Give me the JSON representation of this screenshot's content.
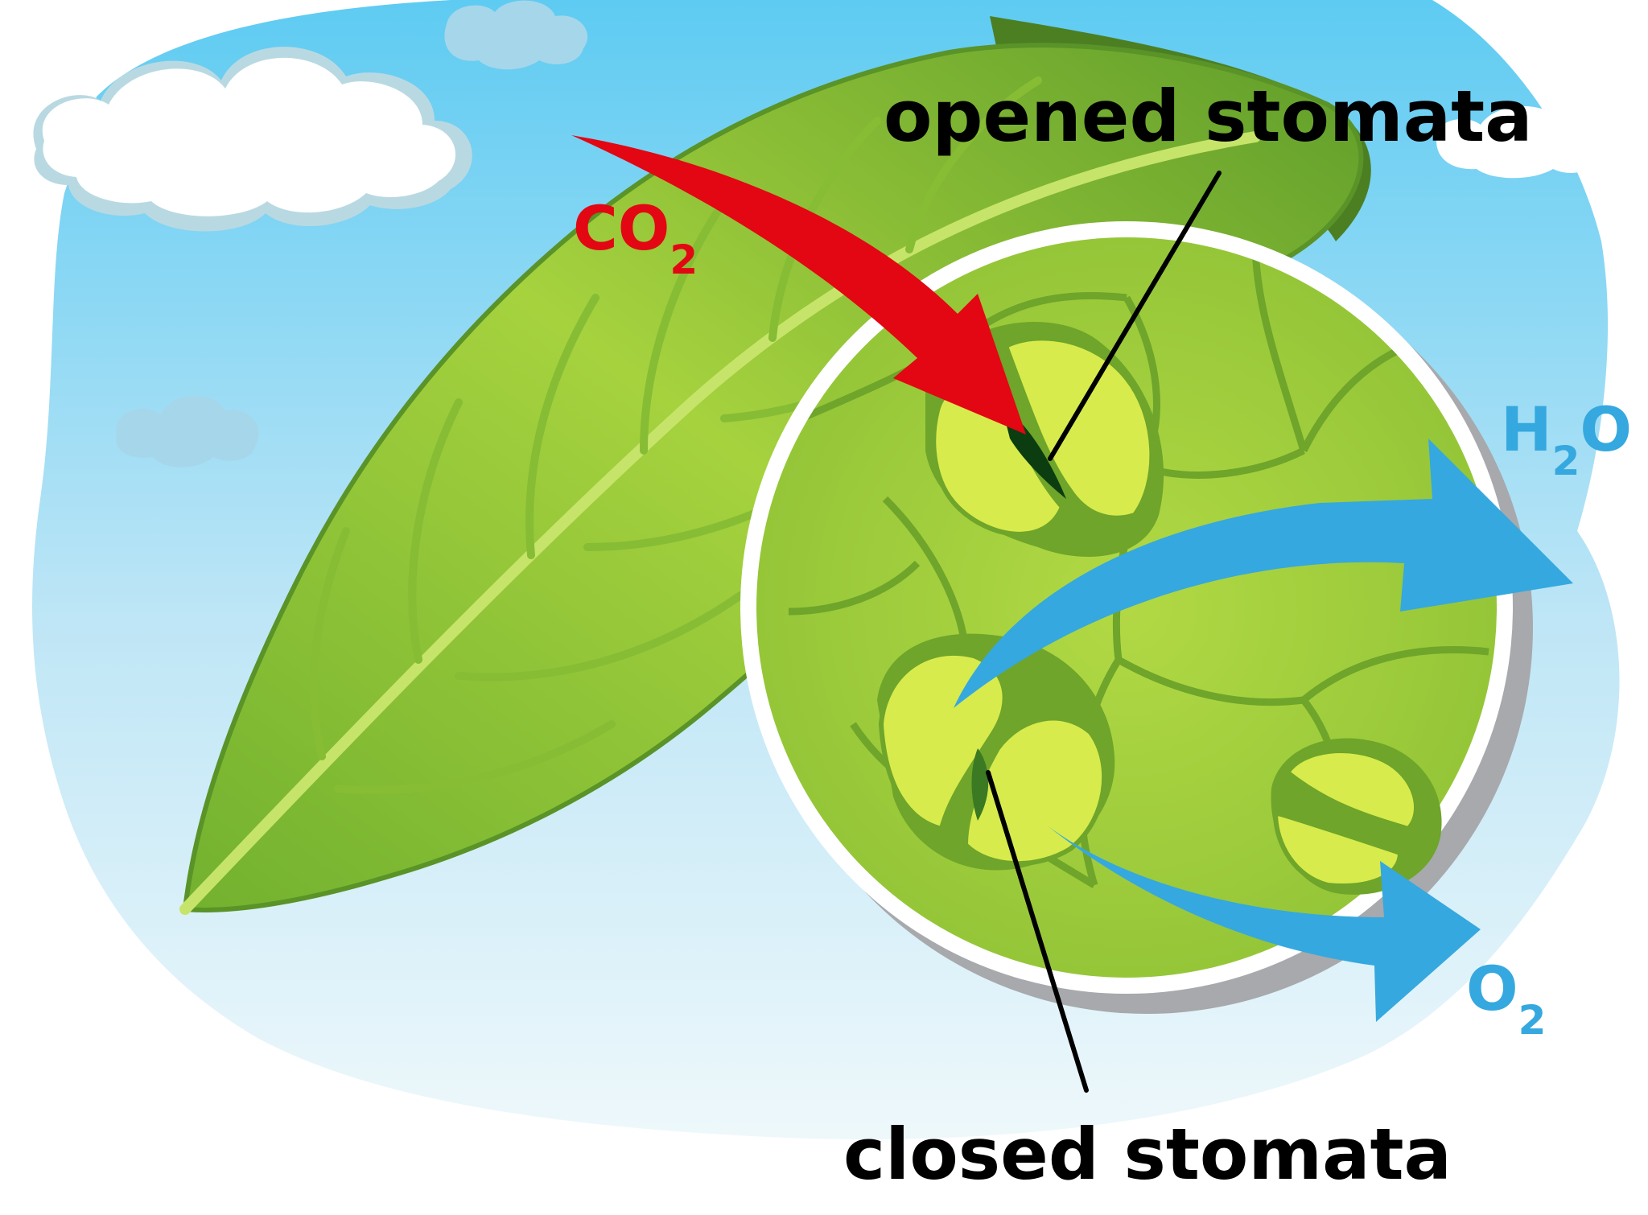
{
  "labels": {
    "opened_stomata": "opened stomata",
    "closed_stomata": "closed stomata",
    "co2": {
      "main": "CO",
      "sub": "2"
    },
    "h2o": {
      "main1": "H",
      "sub": "2",
      "main2": "O"
    },
    "o2": {
      "main": "O",
      "sub": "2"
    }
  },
  "colors": {
    "sky_top": "#5ecbf2",
    "sky_bottom": "#e9f6fb",
    "leaf_light": "#a6d23e",
    "leaf_dark": "#5f9d2a",
    "cell_fill": "#9ccc3a",
    "cell_wall": "#6ea52a",
    "guard_cell": "#d8eb4c",
    "pore_dark": "#0c3d10",
    "co2_arrow": "#e30613",
    "h2o_o2_arrow": "#35a8df",
    "text_dark": "#000000"
  },
  "icons": [
    "cloud-icon",
    "leaf-icon",
    "magnifier-circle-icon",
    "guard-cell-icon",
    "arrow-icon"
  ]
}
